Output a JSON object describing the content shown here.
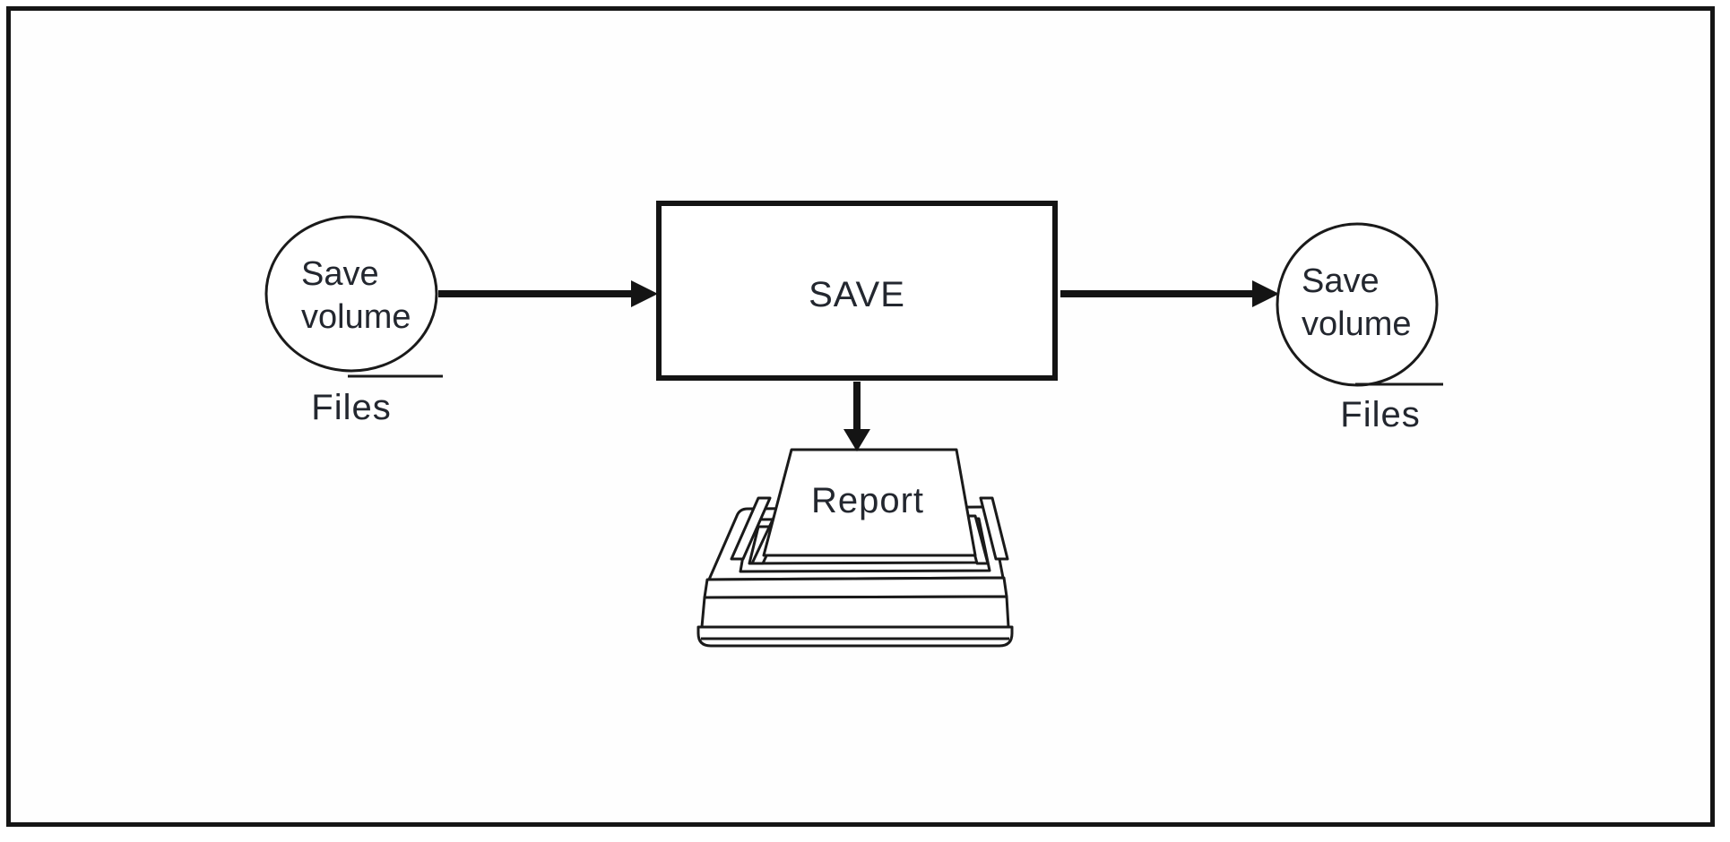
{
  "diagram": {
    "left_store": {
      "name_line1": "Save",
      "name_line2": "volume",
      "label": "Files"
    },
    "process": {
      "label": "SAVE"
    },
    "right_store": {
      "name_line1": "Save",
      "name_line2": "volume",
      "label": "Files"
    },
    "report": {
      "label": "Report"
    }
  },
  "colors": {
    "line": "#1a1a1a",
    "text": "#23272f",
    "background": "#ffffff",
    "frame_border": "#151515"
  }
}
